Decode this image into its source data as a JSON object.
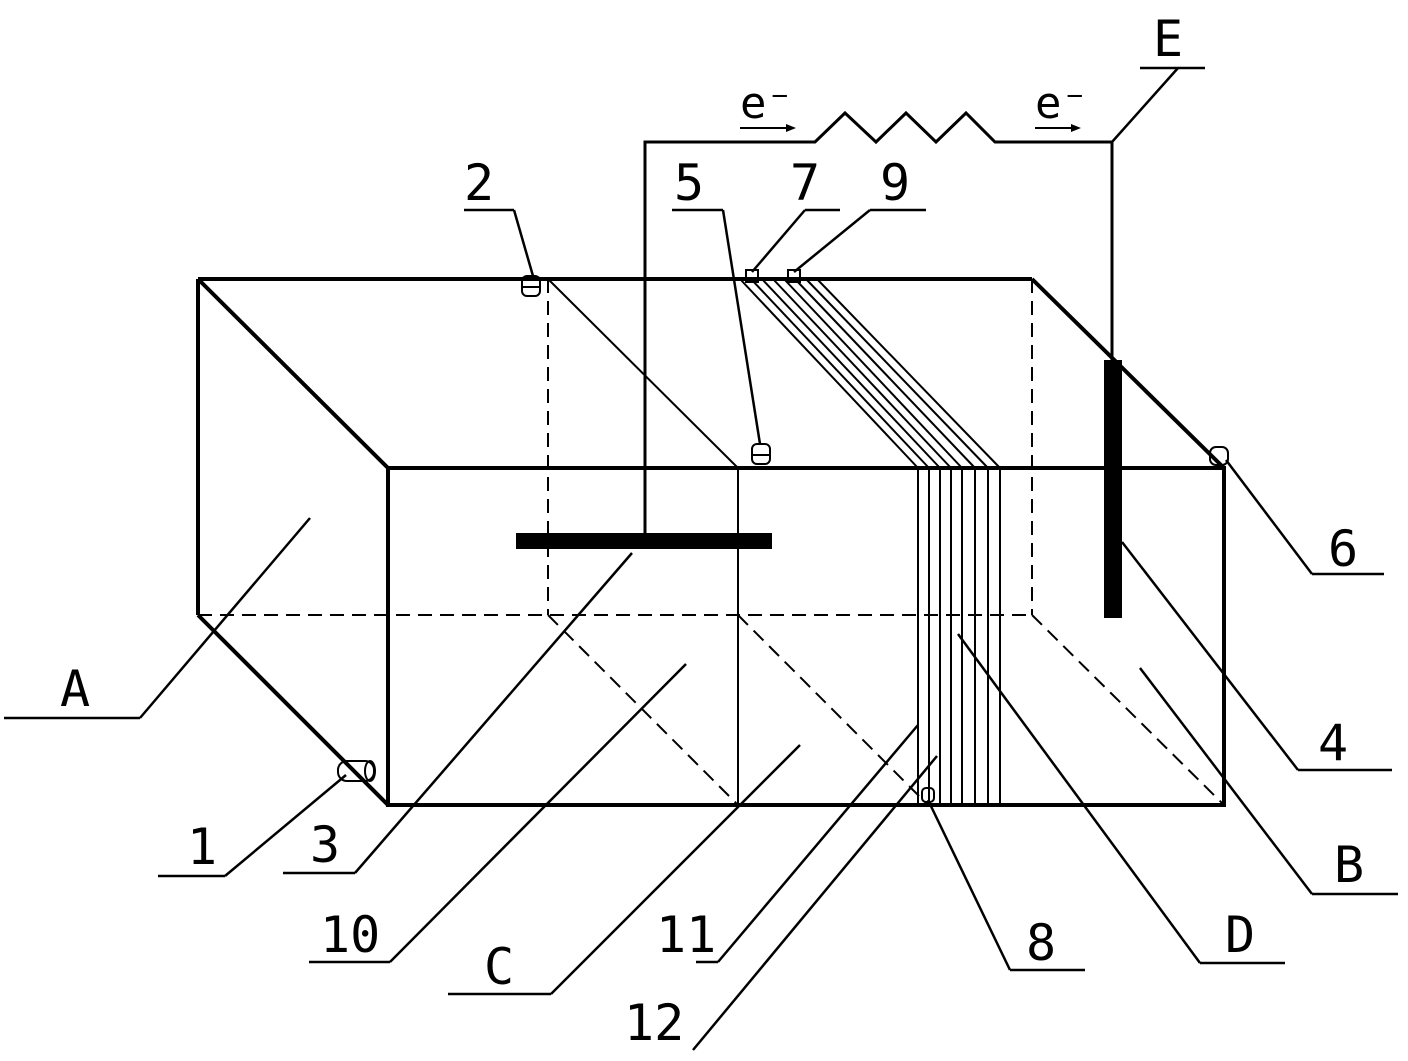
{
  "diagram": {
    "electron_symbol": "e⁻",
    "labels": {
      "A": "A",
      "B": "B",
      "C": "C",
      "D": "D",
      "E": "E",
      "n1": "1",
      "n2": "2",
      "n3": "3",
      "n4": "4",
      "n5": "5",
      "n6": "6",
      "n7": "7",
      "n8": "8",
      "n9": "9",
      "n10": "10",
      "n11": "11",
      "n12": "12"
    }
  }
}
